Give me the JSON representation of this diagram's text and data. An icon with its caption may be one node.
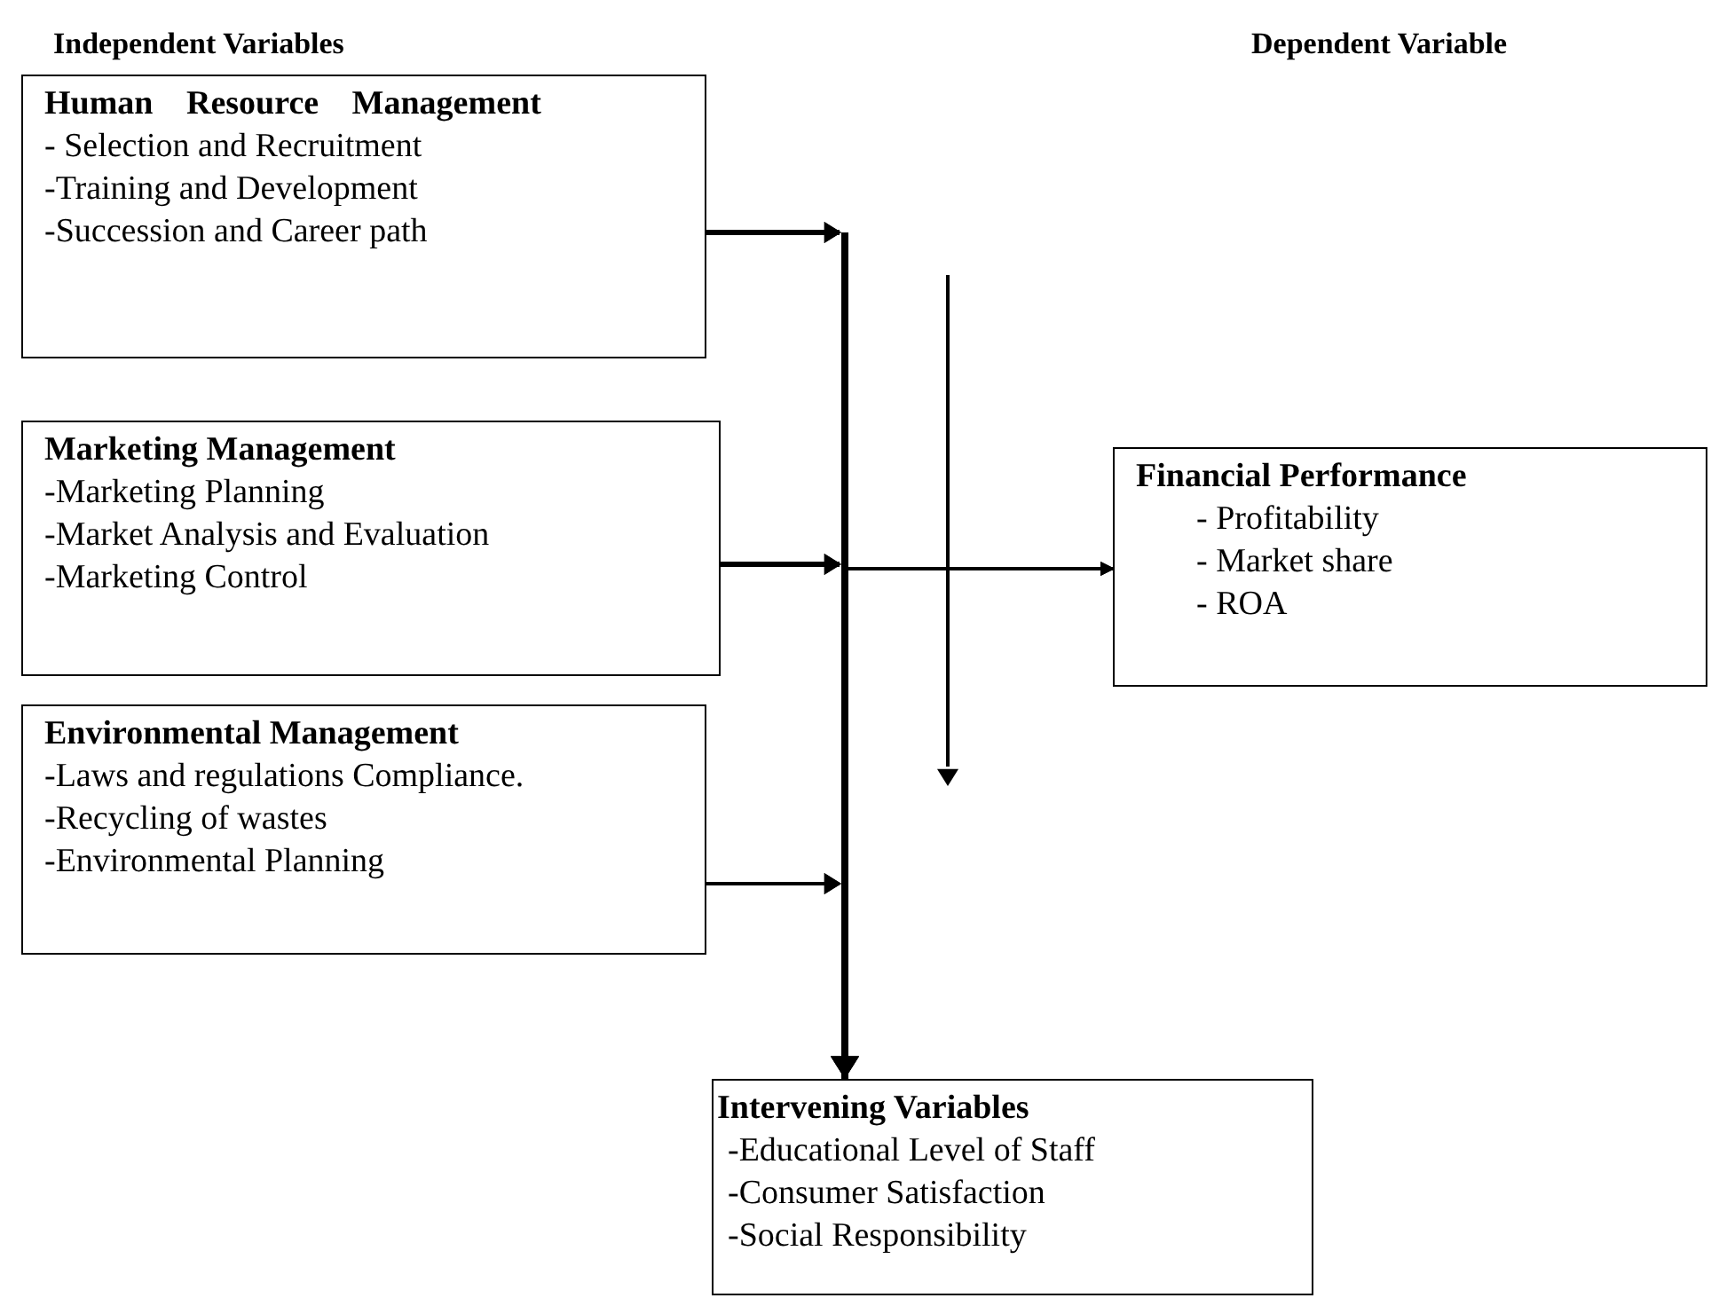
{
  "diagram": {
    "nodes": [
      {
        "text": [
          "Human Resource Management",
          "- Selection and Recruitment",
          "-Training and Development",
          "-Succession and Career path"
        ]
      },
      {
        "text": [
          "Marketing Management",
          "-Marketing Planning",
          "-Market Analysis and Evaluation",
          "-Marketing Control"
        ]
      },
      {
        "text": [
          "Environmental Management",
          "-Laws and regulations Compliance.",
          "-Recycling of wastes",
          "-Environmental Planning"
        ]
      },
      {
        "text": [
          "Financial Performance",
          "- Profitability",
          "- Market share",
          "- ROA"
        ]
      },
      {
        "text": [
          "Intervening Variables",
          "-Educational Level of Staff",
          "-Consumer Satisfaction",
          "-Social Responsibility"
        ]
      }
    ],
    "edges": [
      {
        "from": 0,
        "to": 3,
        "arrow": "to"
      },
      {
        "from": 1,
        "to": 3,
        "arrow": "to"
      },
      {
        "from": 2,
        "to": 3,
        "arrow": "to"
      },
      {
        "from": 0,
        "to": 4,
        "arrow": "to",
        "style": "thick"
      },
      {
        "from": 1,
        "to": 4,
        "arrow": "to",
        "style": "thick"
      },
      {
        "from": 2,
        "to": 4,
        "arrow": "to",
        "style": "thick"
      }
    ],
    "labels": [
      "Independent Variables",
      "Dependent Variable"
    ]
  }
}
